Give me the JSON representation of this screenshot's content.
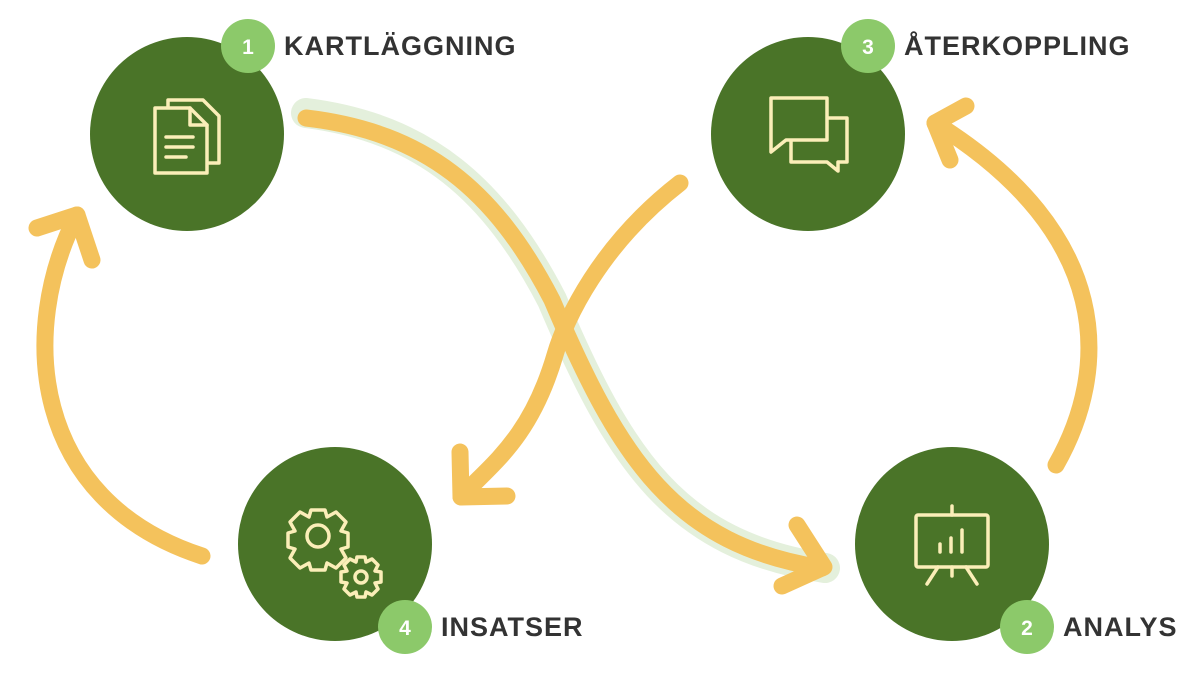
{
  "colors": {
    "circle": "#4a7428",
    "badge": "#8cc96a",
    "arrow": "#f4c25c",
    "highlight": "#e4f0dc",
    "icon_stroke": "#fbeeb8",
    "label_text": "#333333"
  },
  "steps": [
    {
      "number": "1",
      "label": "KARTLÄGGNING",
      "icon": "documents-icon"
    },
    {
      "number": "2",
      "label": "ANALYS",
      "icon": "presentation-chart-icon"
    },
    {
      "number": "3",
      "label": "ÅTERKOPPLING",
      "icon": "chat-bubbles-icon"
    },
    {
      "number": "4",
      "label": "INSATSER",
      "icon": "gears-icon"
    }
  ]
}
